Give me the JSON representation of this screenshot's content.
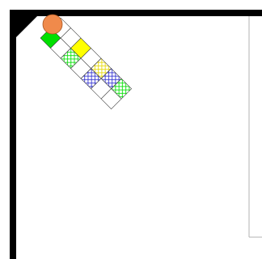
{
  "colors": {
    "background": "#ffffff",
    "wall": "#000000",
    "boundary_line": "#b3b3b3",
    "ball_fill": "#f08a4b",
    "ball_stroke": "#a65520",
    "cell_outline": "#444444",
    "green": "#00e000",
    "yellow": "#ffff00",
    "blue": "#3030d0"
  },
  "ball": {
    "color_name": "orange"
  },
  "grid": {
    "columns": 2,
    "rows": 7,
    "cells": [
      {
        "row": 0,
        "col": 0,
        "pattern": "empty",
        "color": "none"
      },
      {
        "row": 0,
        "col": 1,
        "pattern": "solid",
        "color": "green"
      },
      {
        "row": 1,
        "col": 0,
        "pattern": "empty",
        "color": "none"
      },
      {
        "row": 1,
        "col": 1,
        "pattern": "empty",
        "color": "none"
      },
      {
        "row": 2,
        "col": 0,
        "pattern": "solid",
        "color": "yellow"
      },
      {
        "row": 2,
        "col": 1,
        "pattern": "hatched",
        "color": "green"
      },
      {
        "row": 3,
        "col": 0,
        "pattern": "empty",
        "color": "none"
      },
      {
        "row": 3,
        "col": 1,
        "pattern": "empty",
        "color": "none"
      },
      {
        "row": 4,
        "col": 0,
        "pattern": "hatched",
        "color": "yellow"
      },
      {
        "row": 4,
        "col": 1,
        "pattern": "hatched",
        "color": "blue"
      },
      {
        "row": 5,
        "col": 0,
        "pattern": "hatched",
        "color": "blue"
      },
      {
        "row": 5,
        "col": 1,
        "pattern": "empty",
        "color": "none"
      },
      {
        "row": 6,
        "col": 0,
        "pattern": "hatched",
        "color": "green"
      },
      {
        "row": 6,
        "col": 1,
        "pattern": "empty",
        "color": "none"
      }
    ]
  }
}
